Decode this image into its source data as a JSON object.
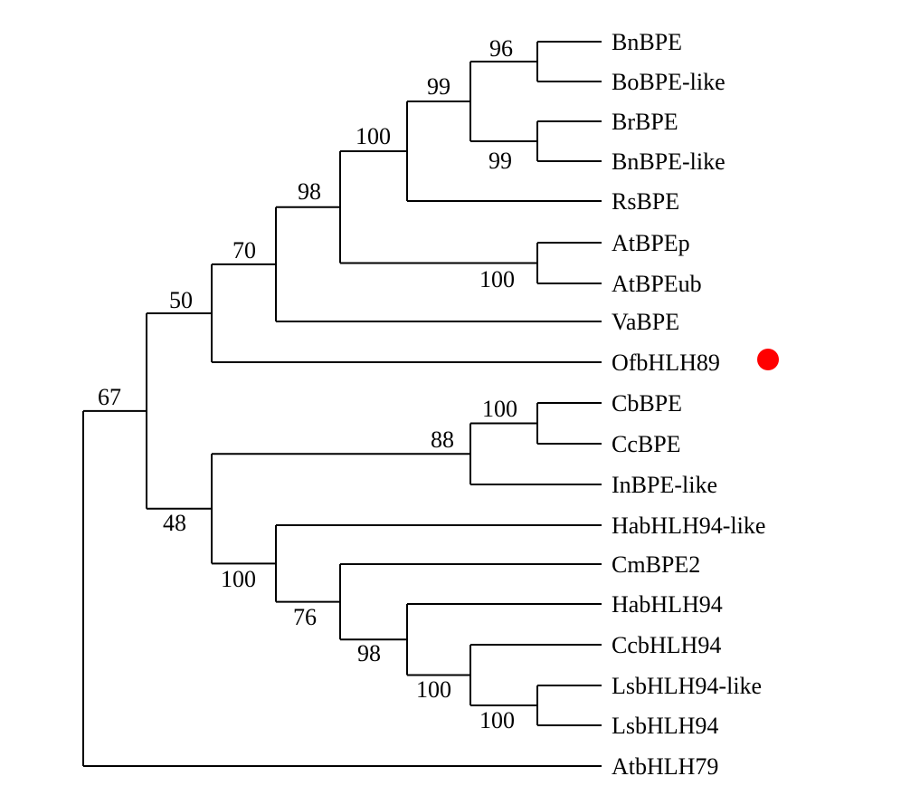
{
  "tree": {
    "leaves": [
      "BnBPE",
      "BoBPE-like",
      "BrBPE",
      "BnBPE-like",
      "RsBPE",
      "AtBPEp",
      "AtBPEub",
      "VaBPE",
      "OfbHLH89",
      "CbBPE",
      "CcBPE",
      "InBPE-like",
      "HabHLH94-like",
      "CmBPE2",
      "HabHLH94",
      "CcbHLH94",
      "LsbHLH94-like",
      "LsbHLH94",
      "AtbHLH79"
    ],
    "highlighted_leaf": "OfbHLH89",
    "highlight_color": "#ff0000",
    "line_color": "#000000",
    "bootstrap_values": {
      "n_96": "96",
      "n_99a": "99",
      "n_99b": "99",
      "n_100a": "100",
      "n_98a": "98",
      "n_100b": "100",
      "n_70": "70",
      "n_50": "50",
      "n_67": "67",
      "n_100c": "100",
      "n_88": "88",
      "n_48": "48",
      "n_100d": "100",
      "n_76": "76",
      "n_98b": "98",
      "n_100e": "100",
      "n_100f": "100"
    }
  }
}
